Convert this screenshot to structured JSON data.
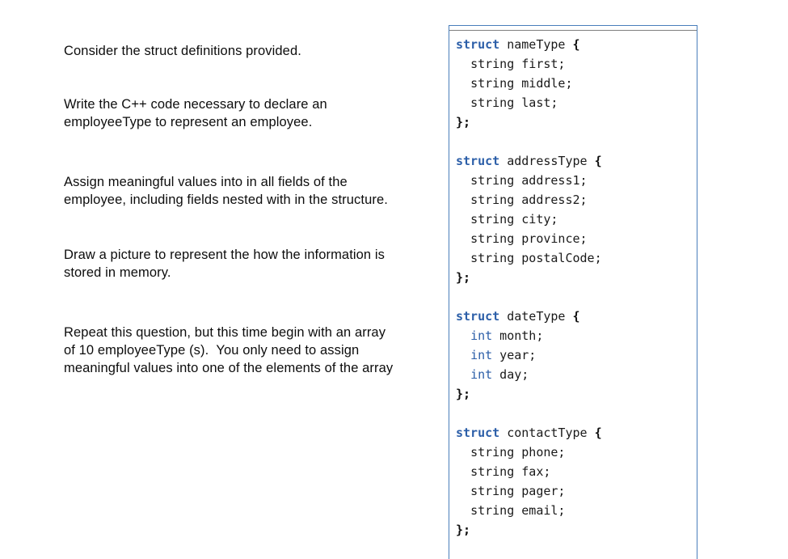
{
  "instructions": {
    "paragraphs": [
      {
        "id": "consider-structs",
        "lines": [
          "Consider the struct definitions provided."
        ]
      },
      {
        "id": "write-cpp-code",
        "lines": [
          "Write the C++ code necessary to declare an",
          "employeeType to represent an employee."
        ]
      },
      {
        "id": "assign-values",
        "lines": [
          "Assign meaningful values into in all fields of the",
          "employee, including fields nested with in the structure."
        ]
      },
      {
        "id": "draw-picture",
        "lines": [
          "Draw a picture to represent the how the information is",
          "stored in memory."
        ]
      },
      {
        "id": "repeat-with-array",
        "lines": [
          "Repeat this question, but this time begin with an array",
          "of 10 employeeType (s).  You only need to assign",
          "meaningful values into one of the elements of the array"
        ]
      }
    ]
  },
  "code_panel": {
    "border_color": "#4a7ebb",
    "rule_color": "#7f7f7f",
    "keyword_color": "#2b5ea8",
    "text_color": "#1a1a1a",
    "blocks": [
      {
        "id": "nameType",
        "header": {
          "keyword": "struct",
          "name": "nameType",
          "brace": "{"
        },
        "fields": [
          {
            "type": "string",
            "type_is_keyword": false,
            "name": "first;"
          },
          {
            "type": "string",
            "type_is_keyword": false,
            "name": "middle;"
          },
          {
            "type": "string",
            "type_is_keyword": false,
            "name": "last;"
          }
        ],
        "footer": "};"
      },
      {
        "id": "addressType",
        "header": {
          "keyword": "struct",
          "name": "addressType",
          "brace": "{"
        },
        "fields": [
          {
            "type": "string",
            "type_is_keyword": false,
            "name": "address1;"
          },
          {
            "type": "string",
            "type_is_keyword": false,
            "name": "address2;"
          },
          {
            "type": "string",
            "type_is_keyword": false,
            "name": "city;"
          },
          {
            "type": "string",
            "type_is_keyword": false,
            "name": "province;"
          },
          {
            "type": "string",
            "type_is_keyword": false,
            "name": "postalCode;"
          }
        ],
        "footer": "};"
      },
      {
        "id": "dateType",
        "header": {
          "keyword": "struct",
          "name": "dateType",
          "brace": "{"
        },
        "fields": [
          {
            "type": "int",
            "type_is_keyword": true,
            "name": "month;"
          },
          {
            "type": "int",
            "type_is_keyword": true,
            "name": "year;"
          },
          {
            "type": "int",
            "type_is_keyword": true,
            "name": "day;"
          }
        ],
        "footer": "};"
      },
      {
        "id": "contactType",
        "header": {
          "keyword": "struct",
          "name": "contactType",
          "brace": "{"
        },
        "fields": [
          {
            "type": "string",
            "type_is_keyword": false,
            "name": "phone;"
          },
          {
            "type": "string",
            "type_is_keyword": false,
            "name": "fax;"
          },
          {
            "type": "string",
            "type_is_keyword": false,
            "name": "pager;"
          },
          {
            "type": "string",
            "type_is_keyword": false,
            "name": "email;"
          }
        ],
        "footer": "};"
      }
    ]
  }
}
